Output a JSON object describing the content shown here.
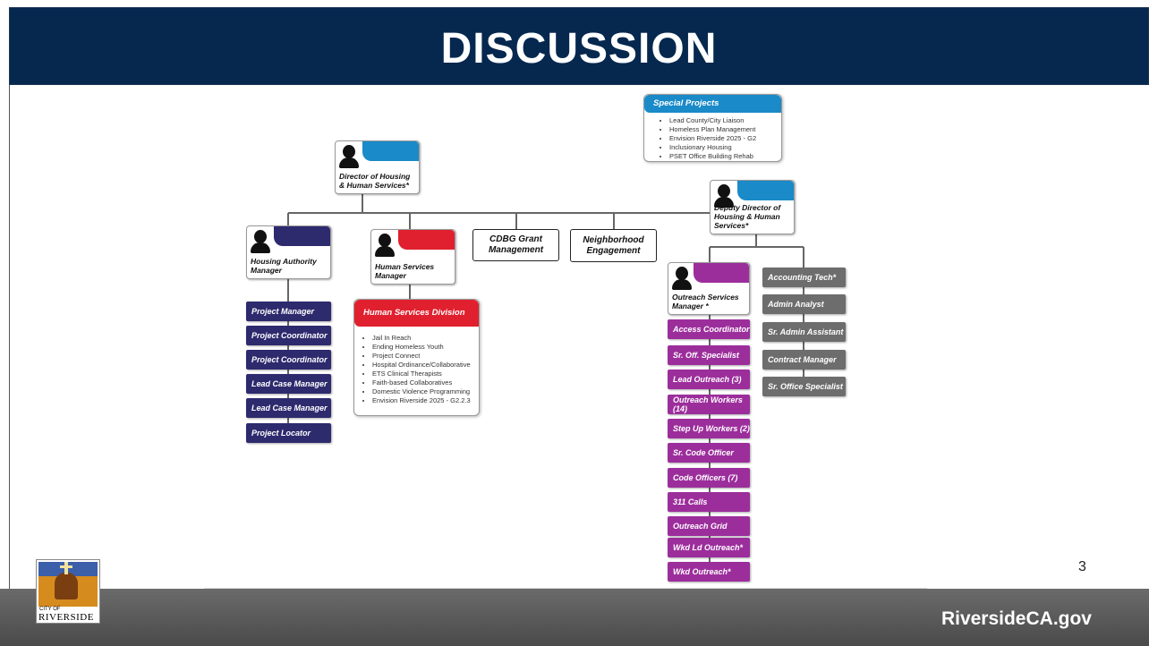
{
  "slide": {
    "title": "DISCUSSION",
    "page_number": "3",
    "site": "RiversideCA.gov",
    "logo_text_small": "CITY OF",
    "logo_text": "RIVERSIDE"
  },
  "colors": {
    "header": "#06284f",
    "blue": "#1a8ac8",
    "navy": "#2e2a6e",
    "red": "#e0202e",
    "purple": "#9c2e9c",
    "gray": "#6d6d6d"
  },
  "special_projects": {
    "title": "Special Projects",
    "items": [
      "Lead County/City Liaison",
      "Homeless Plan Management",
      "Envision Riverside 2025 - G2",
      "Inclusionary Housing",
      "PSET Office Building Rehab"
    ]
  },
  "director": {
    "title": "Director of Housing & Human Services*"
  },
  "deputy": {
    "title": "Deputy Director of Housing & Human Services*"
  },
  "housing_authority": {
    "title": "Housing Authority Manager",
    "staff": [
      "Project Manager",
      "Project Coordinator",
      "Project Coordinator",
      "Lead Case Manager",
      "Lead Case Manager",
      "Project Locator"
    ]
  },
  "human_services": {
    "title": "Human Services Manager",
    "division": {
      "title": "Human Services Division",
      "items": [
        "Jail In Reach",
        "Ending Homeless Youth",
        "Project Connect",
        "Hospital Ordinance/Collaborative",
        "ETS Clinical Therapists",
        "Faith-based Collaboratives",
        "Domestic Violence Programming",
        "Envision Riverside 2025 - G2.2.3"
      ]
    }
  },
  "cdbg": {
    "title": "CDBG Grant Management"
  },
  "neighborhood": {
    "title": "Neighborhood Engagement"
  },
  "outreach": {
    "title": "Outreach Services Manager *",
    "staff": [
      "Access Coordinator",
      "Sr. Off. Specialist",
      "Lead Outreach (3)",
      "Outreach Workers (14)",
      "Step Up Workers (2)",
      "Sr. Code Officer",
      "Code Officers (7)",
      "311 Calls",
      "Outreach Grid",
      "Wkd Ld Outreach*",
      "Wkd Outreach*"
    ]
  },
  "admin_staff": [
    "Accounting Tech*",
    "Admin Analyst",
    "Sr. Admin Assistant",
    "Contract Manager",
    "Sr. Office Specialist"
  ]
}
